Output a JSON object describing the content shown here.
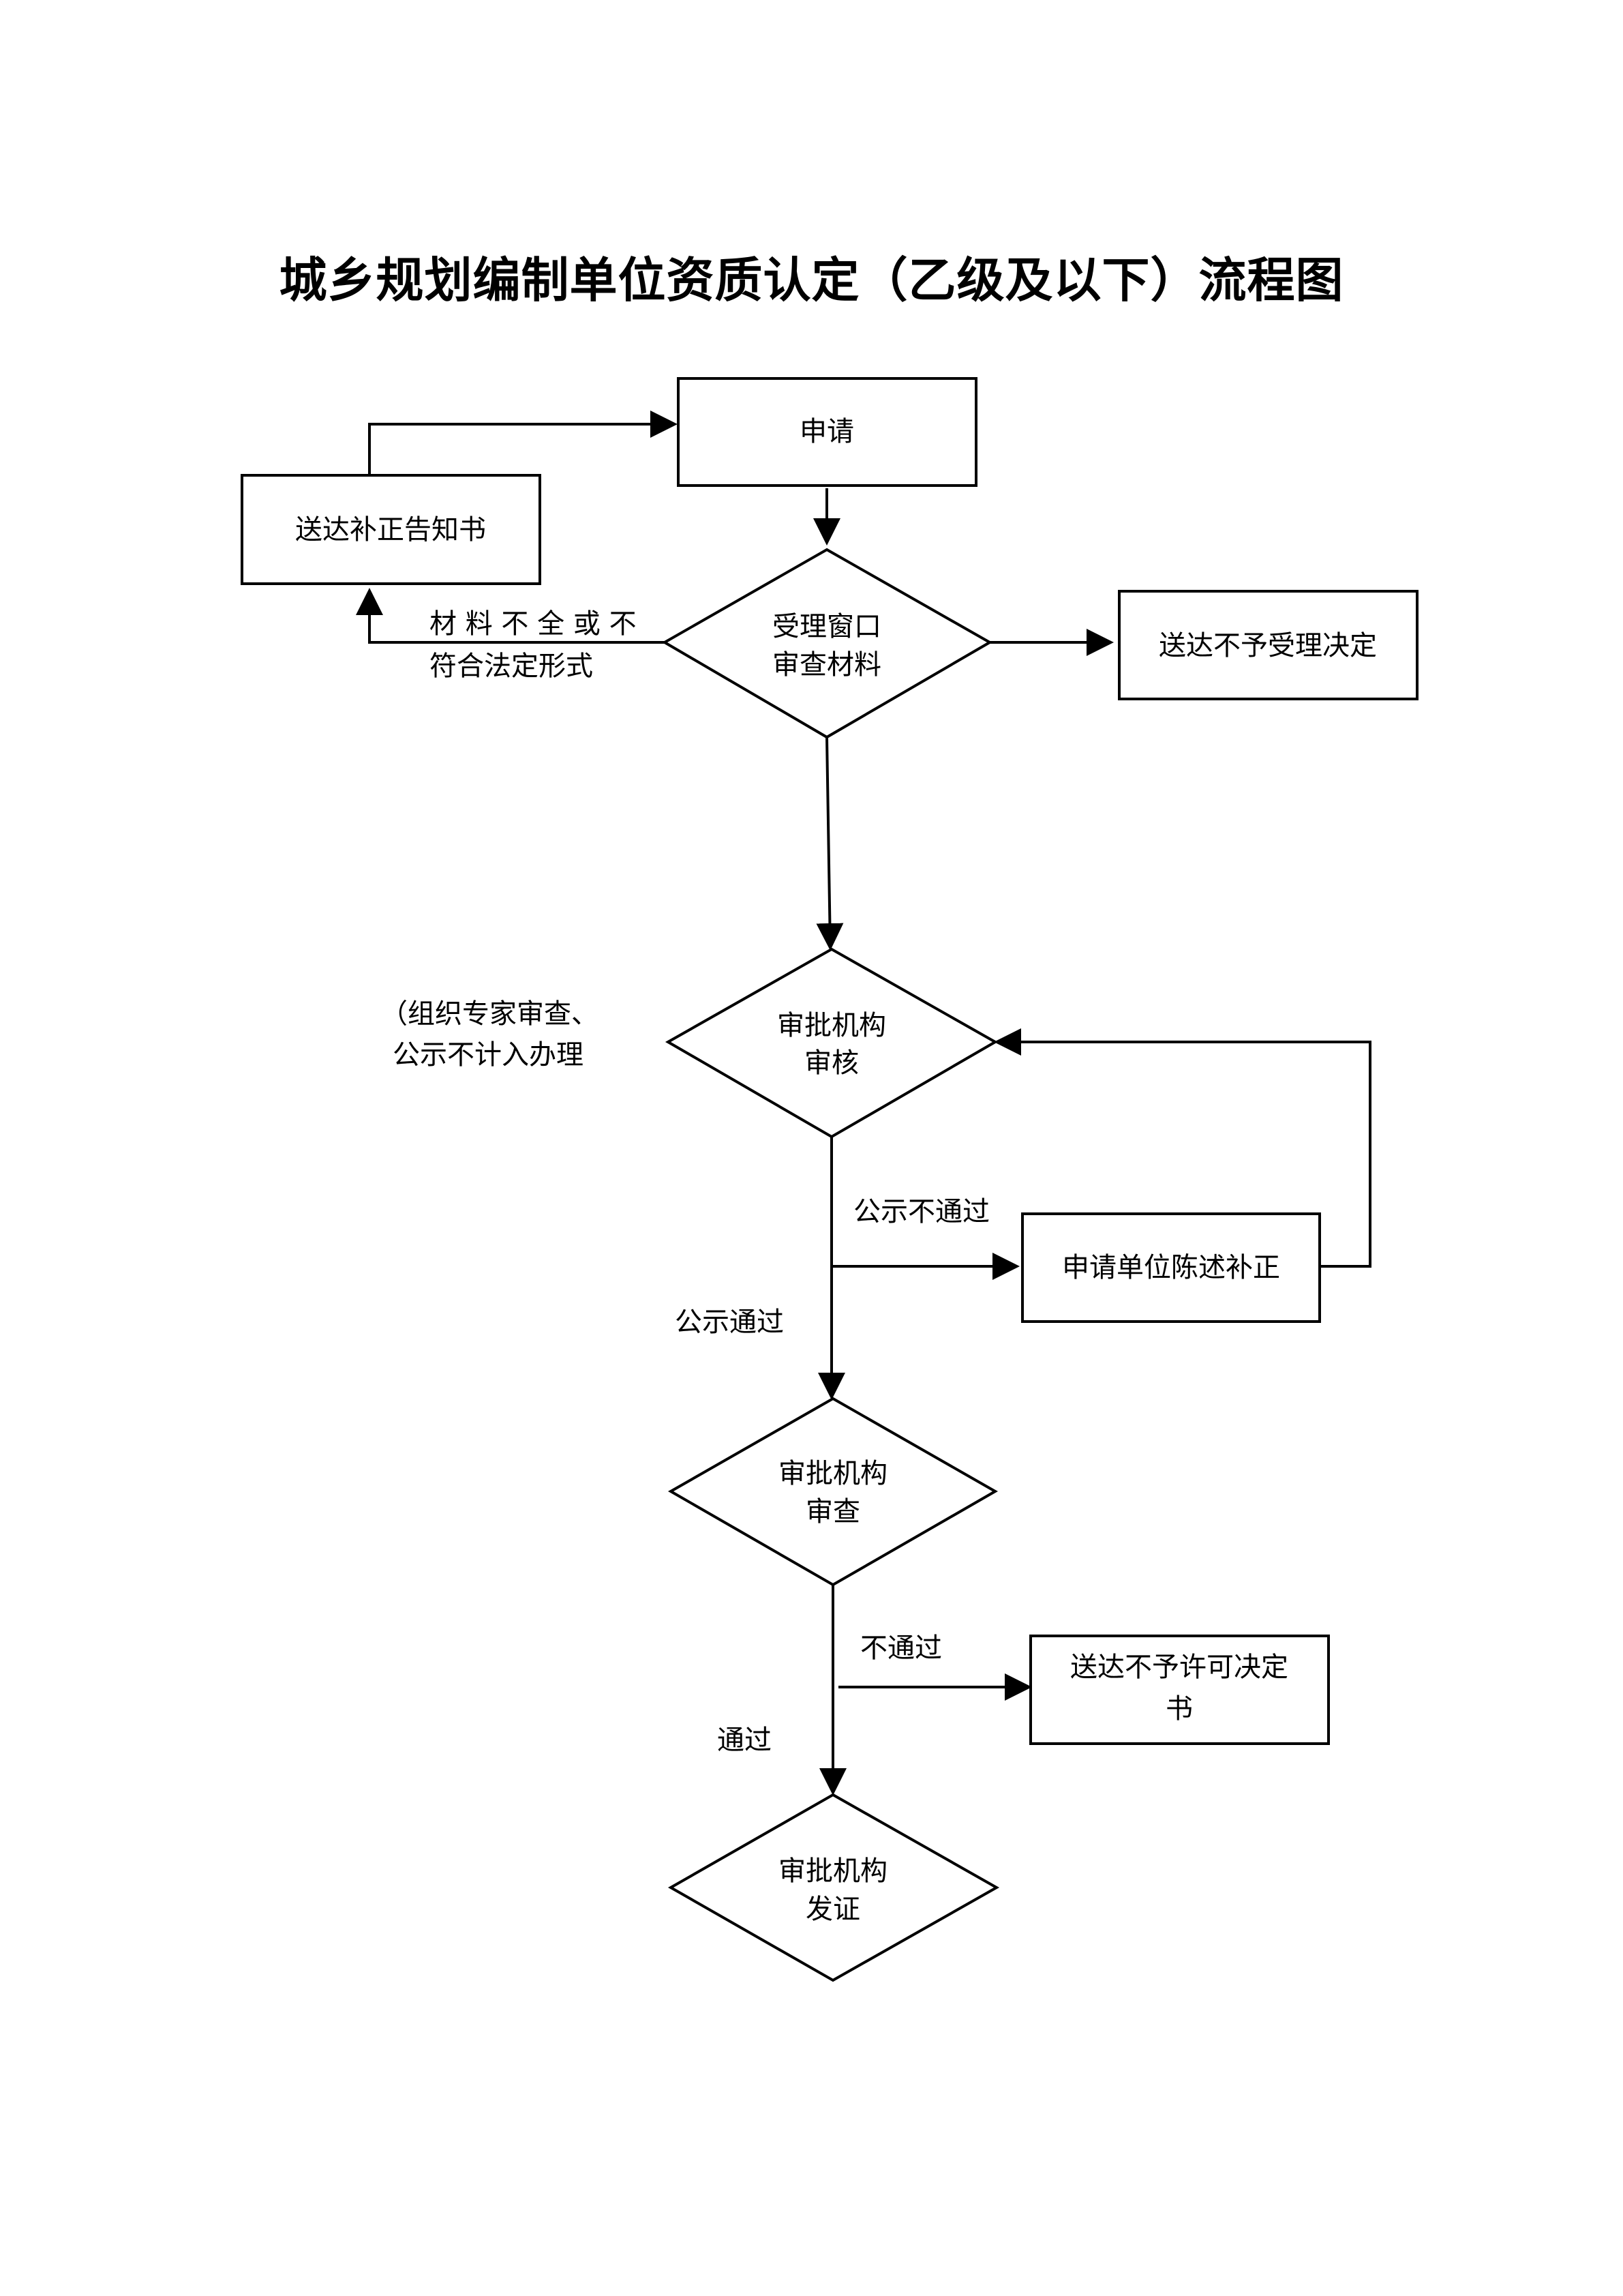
{
  "title": "城乡规划编制单位资质认定（乙级及以下）流程图",
  "nodes": {
    "apply": "申请",
    "notice": "送达补正告知书",
    "review1": [
      "受理窗口",
      "审查材料"
    ],
    "reject1": "送达不予受理决定",
    "review2": [
      "审批机构",
      "审核"
    ],
    "statement": "申请单位陈述补正",
    "review3": [
      "审批机构",
      "审查"
    ],
    "reject2": [
      "送达不予许可决定",
      "书"
    ],
    "issue": [
      "审批机构",
      "发证"
    ]
  },
  "labels": {
    "incomplete": [
      "材 料 不 全 或 不",
      "符合法定形式"
    ],
    "note": [
      "（组织专家审查、",
      "公示不计入办理"
    ],
    "public_fail": "公示不通过",
    "public_pass": "公示通过",
    "fail": "不通过",
    "pass": "通过"
  }
}
